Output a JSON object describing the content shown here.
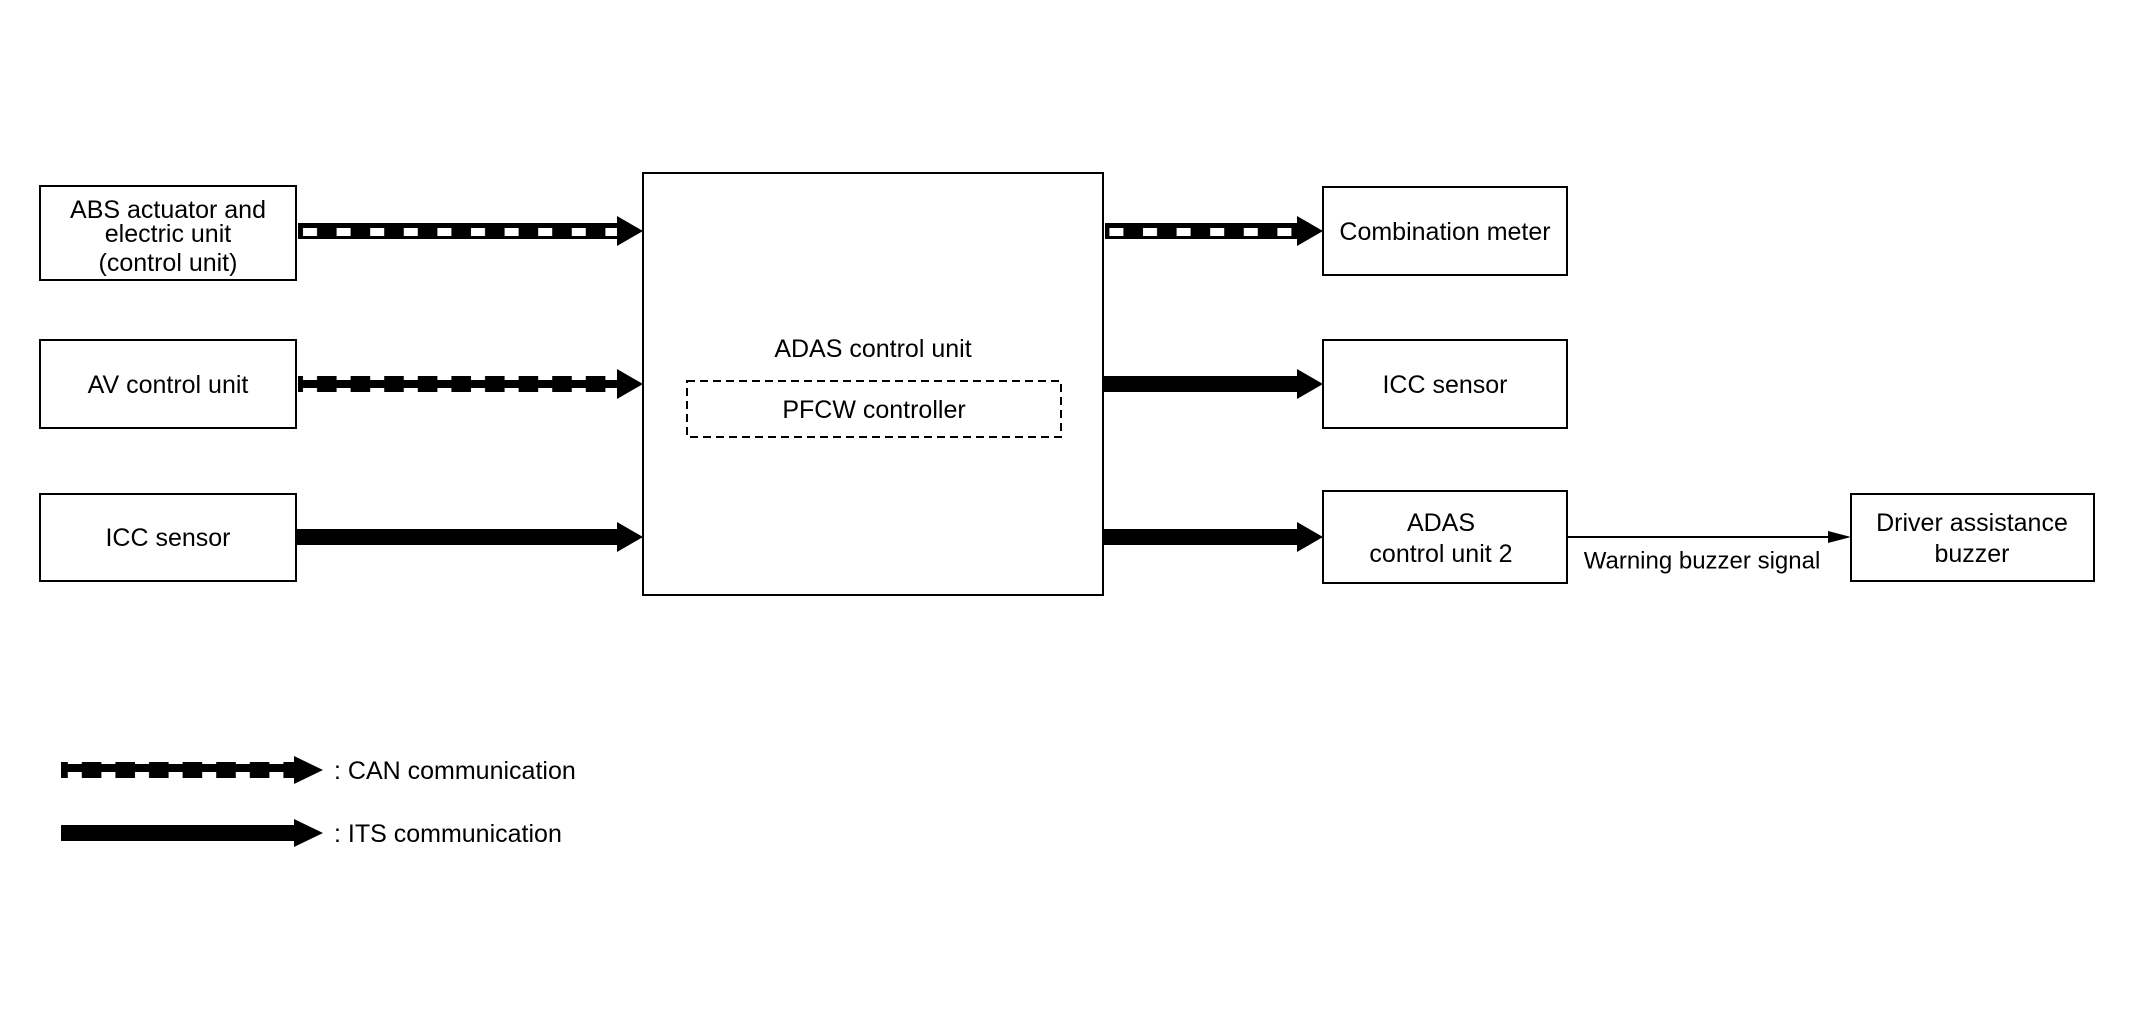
{
  "nodes": {
    "abs_actuator": {
      "lines": [
        "ABS actuator and",
        "electric unit",
        "(control unit)"
      ]
    },
    "av_control_unit": {
      "lines": [
        "AV control unit"
      ]
    },
    "icc_sensor_input": {
      "lines": [
        "ICC sensor"
      ]
    },
    "adas_control_unit": {
      "label": "ADAS control unit"
    },
    "pfcw_controller": {
      "label": "PFCW controller"
    },
    "combination_meter": {
      "lines": [
        "Combination meter"
      ]
    },
    "icc_sensor_output": {
      "lines": [
        "ICC sensor"
      ]
    },
    "adas_control_unit_2": {
      "lines": [
        "ADAS",
        "control unit 2"
      ]
    },
    "driver_assistance_buzzer": {
      "lines": [
        "Driver assistance",
        "buzzer"
      ]
    }
  },
  "connections": [
    {
      "from": "ABS actuator and electric unit (control unit)",
      "to": "ADAS control unit",
      "type": "CAN communication"
    },
    {
      "from": "AV control unit",
      "to": "ADAS control unit",
      "type": "CAN communication"
    },
    {
      "from": "ICC sensor",
      "to": "ADAS control unit",
      "type": "ITS communication"
    },
    {
      "from": "ADAS control unit",
      "to": "Combination meter",
      "type": "CAN communication"
    },
    {
      "from": "ADAS control unit",
      "to": "ICC sensor",
      "type": "ITS communication"
    },
    {
      "from": "ADAS control unit",
      "to": "ADAS control unit 2",
      "type": "ITS communication"
    },
    {
      "from": "ADAS control unit 2",
      "to": "Driver assistance buzzer",
      "type": "signal"
    }
  ],
  "signal_label": "Warning buzzer signal",
  "legend": {
    "can": ": CAN communication",
    "its": ": ITS communication"
  }
}
